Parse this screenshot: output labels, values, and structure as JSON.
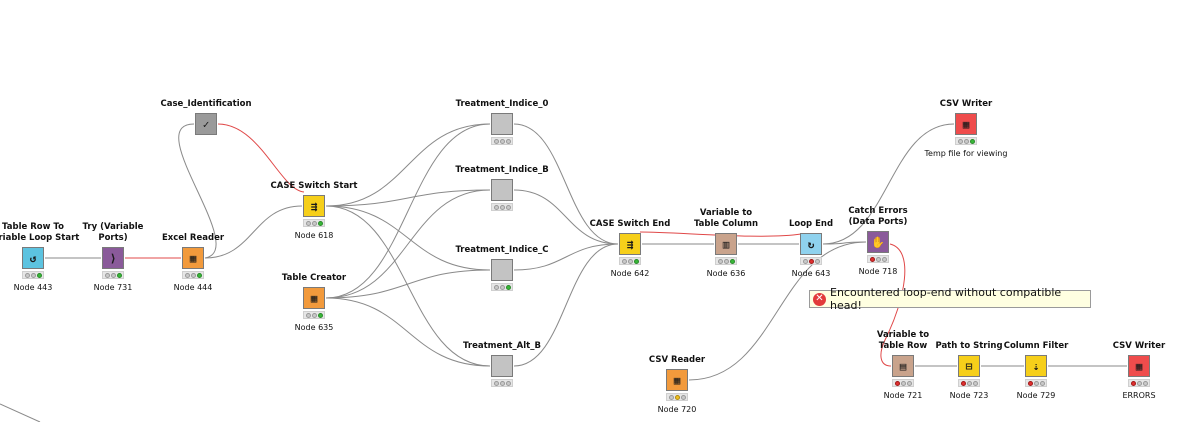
{
  "colors": {
    "gray": "#c3c3c3",
    "yellow": "#f6cf1a",
    "orange": "#f29a3c",
    "red": "#ef4c4c",
    "tan": "#c9a38c",
    "purple": "#8a5a9a",
    "lightblue": "#8fd2ee",
    "cyan": "#5cc3e0",
    "dark": "#9a9a9a",
    "connection": "#8a8a8a",
    "flow_variable": "#e04848"
  },
  "nodes": [
    {
      "id": "n443",
      "title": "Table Row To\nVariable Loop Start",
      "label": "Node 443",
      "color": "cyan",
      "icon": "loop-start-icon",
      "glyph": "↺",
      "status": [
        "gray",
        "gray",
        "green"
      ]
    },
    {
      "id": "n731",
      "title": "Try (Variable\nPorts)",
      "label": "Node 731",
      "color": "purple",
      "icon": "try-icon",
      "glyph": "⟩",
      "status": [
        "gray",
        "gray",
        "green"
      ]
    },
    {
      "id": "n444",
      "title": "Excel Reader",
      "label": "Node 444",
      "color": "orange",
      "icon": "excel-reader-icon",
      "glyph": "▦",
      "status": [
        "gray",
        "gray",
        "green"
      ]
    },
    {
      "id": "case_id",
      "title": "Case_Identification",
      "label": "",
      "color": "dark",
      "icon": "check-icon",
      "glyph": "✓",
      "status": []
    },
    {
      "id": "n618",
      "title": "CASE Switch Start",
      "label": "Node 618",
      "color": "yellow",
      "icon": "case-switch-start-icon",
      "glyph": "⇶",
      "status": [
        "gray",
        "gray",
        "green"
      ]
    },
    {
      "id": "n635",
      "title": "Table Creator",
      "label": "Node 635",
      "color": "orange",
      "icon": "table-creator-icon",
      "glyph": "▦",
      "status": [
        "gray",
        "gray",
        "green"
      ]
    },
    {
      "id": "t0",
      "title": "Treatment_Indice_0",
      "label": "",
      "color": "gray",
      "icon": "metanode-icon",
      "glyph": "",
      "status": [
        "gray",
        "gray",
        "gray"
      ]
    },
    {
      "id": "tb",
      "title": "Treatment_Indice_B",
      "label": "",
      "color": "gray",
      "icon": "metanode-icon",
      "glyph": "",
      "status": [
        "gray",
        "gray",
        "gray"
      ]
    },
    {
      "id": "tc",
      "title": "Treatment_Indice_C",
      "label": "",
      "color": "gray",
      "icon": "metanode-icon",
      "glyph": "",
      "status": [
        "gray",
        "gray",
        "green"
      ]
    },
    {
      "id": "talt",
      "title": "Treatment_Alt_B",
      "label": "",
      "color": "gray",
      "icon": "metanode-icon",
      "glyph": "",
      "status": [
        "gray",
        "gray",
        "gray"
      ]
    },
    {
      "id": "n642",
      "title": "CASE Switch End",
      "label": "Node 642",
      "color": "yellow",
      "icon": "case-switch-end-icon",
      "glyph": "⇶",
      "status": [
        "gray",
        "gray",
        "green"
      ]
    },
    {
      "id": "n636",
      "title": "Variable to\nTable Column",
      "label": "Node 636",
      "color": "tan",
      "icon": "variable-to-column-icon",
      "glyph": "▥",
      "status": [
        "gray",
        "gray",
        "green"
      ]
    },
    {
      "id": "n643",
      "title": "Loop End",
      "label": "Node 643",
      "color": "lightblue",
      "icon": "loop-end-icon",
      "glyph": "↻",
      "status": [
        "gray",
        "red",
        "gray"
      ]
    },
    {
      "id": "n718",
      "title": "Catch Errors\n(Data Ports)",
      "label": "Node 718",
      "color": "purple",
      "icon": "catch-errors-icon",
      "glyph": "✋",
      "status": [
        "red",
        "gray",
        "gray"
      ]
    },
    {
      "id": "csvw1",
      "title": "CSV Writer",
      "label": "Temp file for viewing",
      "color": "red",
      "icon": "csv-writer-icon",
      "glyph": "▦",
      "status": [
        "gray",
        "gray",
        "green"
      ]
    },
    {
      "id": "n720",
      "title": "CSV Reader",
      "label": "Node 720",
      "color": "orange",
      "icon": "csv-reader-icon",
      "glyph": "▦",
      "status": [
        "gray",
        "yellow",
        "gray"
      ]
    },
    {
      "id": "n721",
      "title": "Variable to\nTable Row",
      "label": "Node 721",
      "color": "tan",
      "icon": "variable-to-row-icon",
      "glyph": "▤",
      "status": [
        "red",
        "gray",
        "gray"
      ]
    },
    {
      "id": "n723",
      "title": "Path to String",
      "label": "Node 723",
      "color": "yellow",
      "icon": "path-to-string-icon",
      "glyph": "⊟",
      "status": [
        "red",
        "gray",
        "gray"
      ]
    },
    {
      "id": "n729",
      "title": "Column Filter",
      "label": "Node 729",
      "color": "yellow",
      "icon": "column-filter-icon",
      "glyph": "⇣",
      "status": [
        "red",
        "gray",
        "gray"
      ]
    },
    {
      "id": "csvw2",
      "title": "CSV Writer",
      "label": "ERRORS",
      "color": "red",
      "icon": "csv-writer-icon",
      "glyph": "▦",
      "status": [
        "red",
        "gray",
        "gray"
      ]
    }
  ],
  "tooltip": {
    "text": "Encountered loop-end without compatible head!",
    "icon": "error-icon"
  }
}
